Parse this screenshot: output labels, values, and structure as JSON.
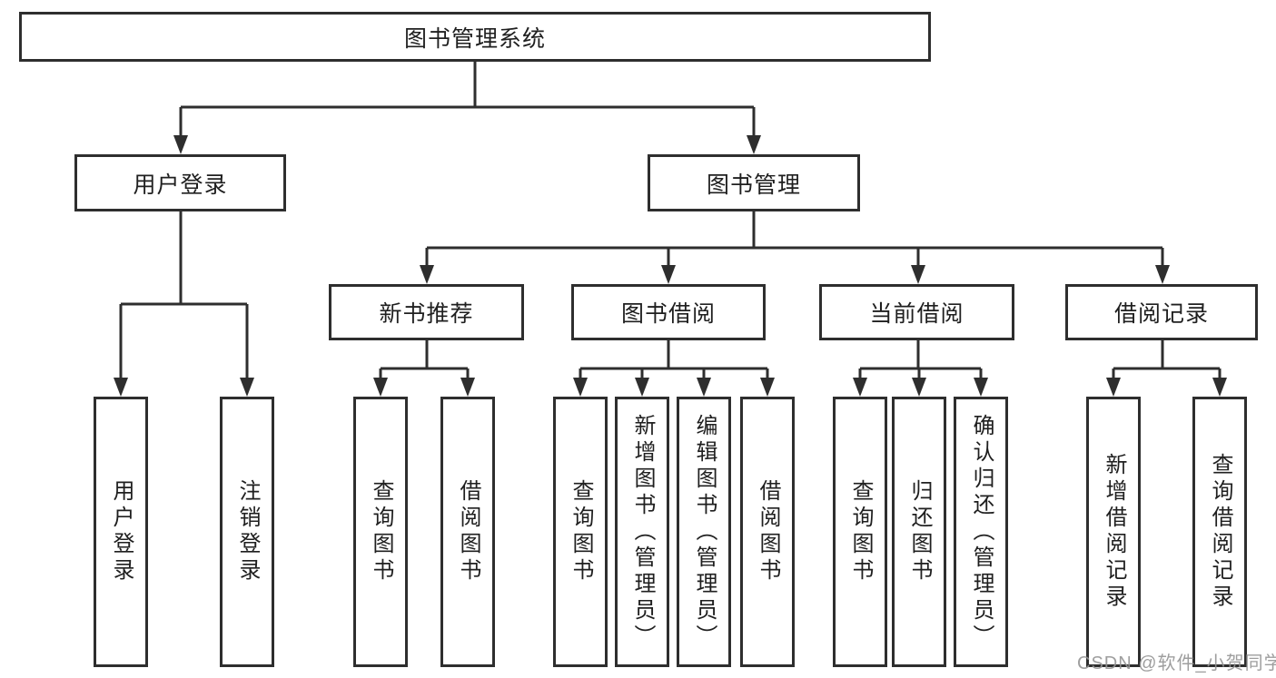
{
  "colors": {
    "line": "#2e2e2e",
    "text": "#1f1f1f",
    "background": "#ffffff",
    "watermark": "#949494"
  },
  "watermark": {
    "text": "CSDN @软件_小贺同学"
  },
  "nodes": {
    "root": {
      "label": "图书管理系统"
    },
    "user_login": {
      "label": "用户登录"
    },
    "book_mgmt": {
      "label": "图书管理"
    },
    "new_book_rec": {
      "label": "新书推荐"
    },
    "book_borrow": {
      "label": "图书借阅"
    },
    "current_borrow": {
      "label": "当前借阅"
    },
    "borrow_record": {
      "label": "借阅记录"
    },
    "leaf_user_login": {
      "label": "用户登录"
    },
    "leaf_logout": {
      "label": "注销登录"
    },
    "leaf_rec_query": {
      "label": "查询图书"
    },
    "leaf_rec_borrow": {
      "label": "借阅图书"
    },
    "leaf_bb_query": {
      "label": "查询图书"
    },
    "leaf_bb_add": {
      "label": "新增图书（管理员）"
    },
    "leaf_bb_edit": {
      "label": "编辑图书（管理员）"
    },
    "leaf_bb_borrow": {
      "label": "借阅图书"
    },
    "leaf_cb_query": {
      "label": "查询图书"
    },
    "leaf_cb_return": {
      "label": "归还图书"
    },
    "leaf_cb_confirm": {
      "label": "确认归还（管理员）"
    },
    "leaf_br_add": {
      "label": "新增借阅记录"
    },
    "leaf_br_query": {
      "label": "查询借阅记录"
    }
  }
}
